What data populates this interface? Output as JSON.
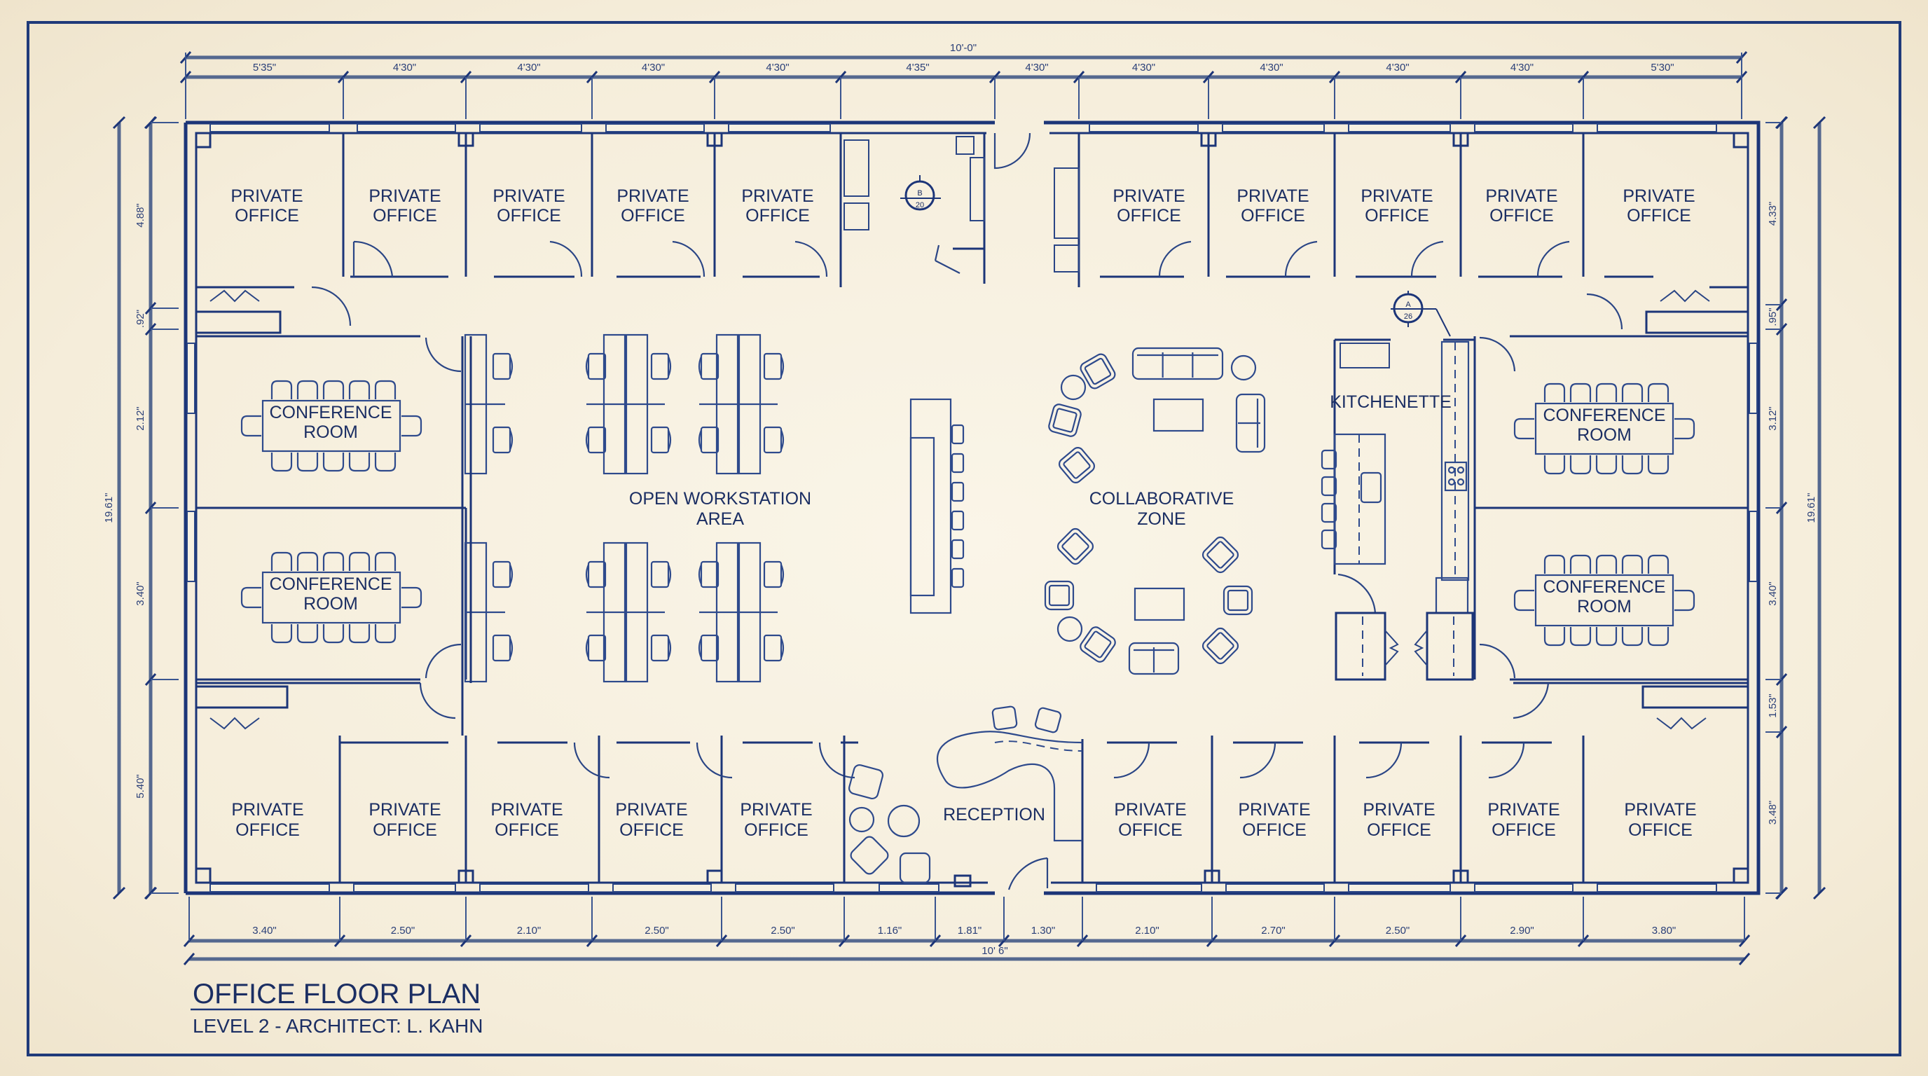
{
  "title_block": {
    "title": "OFFICE FLOOR PLAN",
    "subtitle": "LEVEL 2 - ARCHITECT: L. KAHN"
  },
  "colors": {
    "paper": "#f6efdf",
    "ink": "#1c3578",
    "text": "#1b2e63"
  },
  "dimensions": {
    "top_overall": "10'-0\"",
    "top_segments": [
      "5'35\"",
      "4'30\"",
      "4'30\"",
      "4'30\"",
      "4'30\"",
      "4'35\"",
      "4'30\"",
      "4'30\"",
      "4'30\"",
      "4'30\"",
      "4'30\"",
      "5'30\""
    ],
    "bottom_overall": "10' 6\"",
    "bottom_segments": [
      "3.40\"",
      "2.50\"",
      "2.10\"",
      "2.50\"",
      "2.50\"",
      "1.16\"",
      "1.81\"",
      "1.30\"",
      "2.10\"",
      "2.70\"",
      "2.50\"",
      "2.90\"",
      "3.80\""
    ],
    "left_overall": "19.61\"",
    "left_segments": [
      "4.88\"",
      ".92\"",
      "2.12\"",
      "3.40\"",
      "5.40\""
    ],
    "right_overall": "19.61\"",
    "right_segments": [
      "4.33\"",
      ".95\"",
      "3.12\"",
      "3.40\"",
      "1.53\"",
      "3.48\""
    ]
  },
  "section_markers": [
    {
      "letter": "B",
      "sheet": "20"
    },
    {
      "letter": "A",
      "sheet": "26"
    }
  ],
  "rooms": {
    "top_offices": [
      {
        "line1": "PRIVATE",
        "line2": "OFFICE"
      },
      {
        "line1": "PRIVATE",
        "line2": "OFFICE"
      },
      {
        "line1": "PRIVATE",
        "line2": "OFFICE"
      },
      {
        "line1": "PRIVATE",
        "line2": "OFFICE"
      },
      {
        "line1": "PRIVATE",
        "line2": "OFFICE"
      },
      {
        "line1": "PRIVATE",
        "line2": "OFFICE"
      },
      {
        "line1": "PRIVATE",
        "line2": "OFFICE"
      },
      {
        "line1": "PRIVATE",
        "line2": "OFFICE"
      },
      {
        "line1": "PRIVATE",
        "line2": "OFFICE"
      },
      {
        "line1": "PRIVATE",
        "line2": "OFFICE"
      }
    ],
    "bottom_offices": [
      {
        "line1": "PRIVATE",
        "line2": "OFFICE"
      },
      {
        "line1": "PRIVATE",
        "line2": "OFFICE"
      },
      {
        "line1": "PRIVATE",
        "line2": "OFFICE"
      },
      {
        "line1": "PRIVATE",
        "line2": "OFFICE"
      },
      {
        "line1": "PRIVATE",
        "line2": "OFFICE"
      },
      {
        "line1": "PRIVATE",
        "line2": "OFFICE"
      },
      {
        "line1": "PRIVATE",
        "line2": "OFFICE"
      },
      {
        "line1": "PRIVATE",
        "line2": "OFFICE"
      },
      {
        "line1": "PRIVATE",
        "line2": "OFFICE"
      },
      {
        "line1": "PRIVATE",
        "line2": "OFFICE"
      }
    ],
    "conference_rooms": [
      {
        "line1": "CONFERENCE",
        "line2": "ROOM"
      },
      {
        "line1": "CONFERENCE",
        "line2": "ROOM"
      },
      {
        "line1": "CONFERENCE",
        "line2": "ROOM"
      },
      {
        "line1": "CONFERENCE",
        "line2": "ROOM"
      }
    ],
    "open_area": {
      "line1": "OPEN WORKSTATION",
      "line2": "AREA"
    },
    "collab": {
      "line1": "COLLABORATIVE",
      "line2": "ZONE"
    },
    "kitchenette": "KITCHENETTE",
    "reception": "RECEPTION"
  }
}
